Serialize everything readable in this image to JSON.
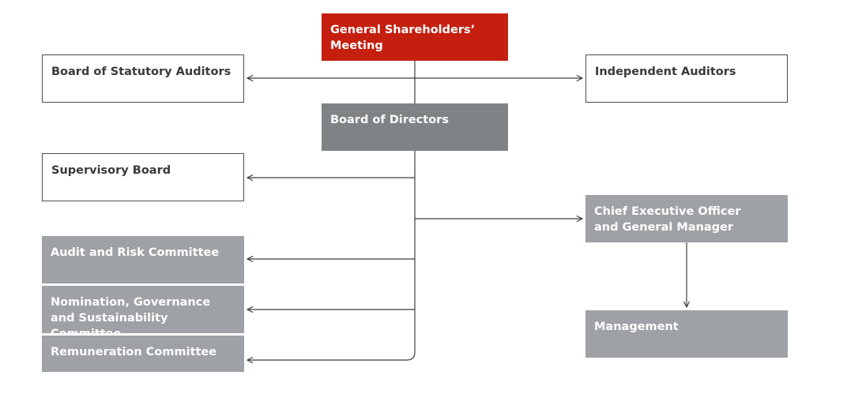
{
  "nodes": {
    "general_shareholders_meeting": "General Shareholders’\nMeeting",
    "board_of_statutory_auditors": "Board of Statutory Auditors",
    "independent_auditors": "Independent Auditors",
    "board_of_directors": "Board of Directors",
    "supervisory_board": "Supervisory Board",
    "ceo_general_manager": "Chief Executive Officer\nand General Manager",
    "audit_risk_committee": "Audit and Risk Committee",
    "nomination_governance_committee": "Nomination, Governance\nand Sustainability Committee",
    "remuneration_committee": "Remuneration Committee",
    "management": "Management"
  },
  "colors": {
    "shareholders_red": "#c5200f",
    "board_grey": "#7f8385",
    "committee_grey": "#9ea1a5",
    "outline": "#4d4d4d"
  }
}
